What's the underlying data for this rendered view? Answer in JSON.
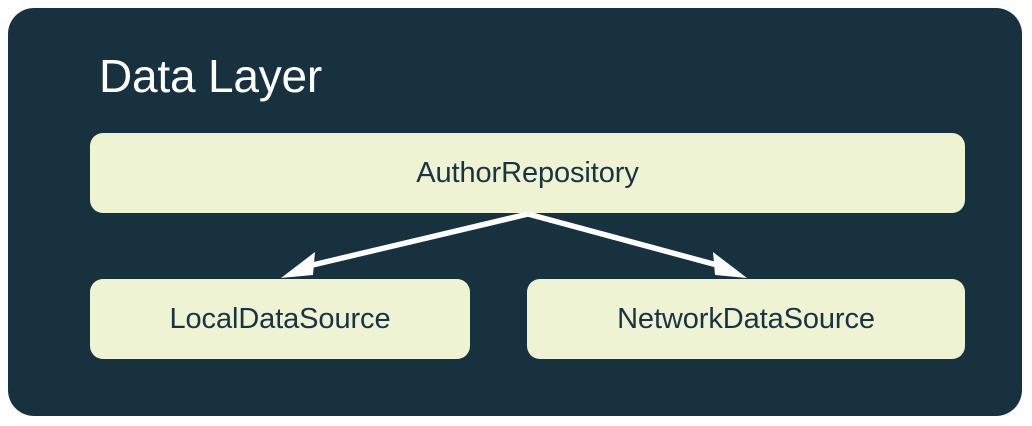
{
  "diagram": {
    "title": "Data Layer",
    "background_color": "#ffffff",
    "card_color": "#17313f",
    "node_fill": "#eef3d4",
    "node_text_color": "#1b3242",
    "title_color": "#ffffff",
    "edge_color": "#ffffff",
    "nodes": [
      {
        "id": "author-repository",
        "label": "AuthorRepository",
        "role": "repository"
      },
      {
        "id": "local-data-source",
        "label": "LocalDataSource",
        "role": "data-source"
      },
      {
        "id": "network-data-source",
        "label": "NetworkDataSource",
        "role": "data-source"
      }
    ],
    "edges": [
      {
        "from": "author-repository",
        "to": "local-data-source",
        "style": "arrow"
      },
      {
        "from": "author-repository",
        "to": "network-data-source",
        "style": "arrow"
      }
    ]
  }
}
